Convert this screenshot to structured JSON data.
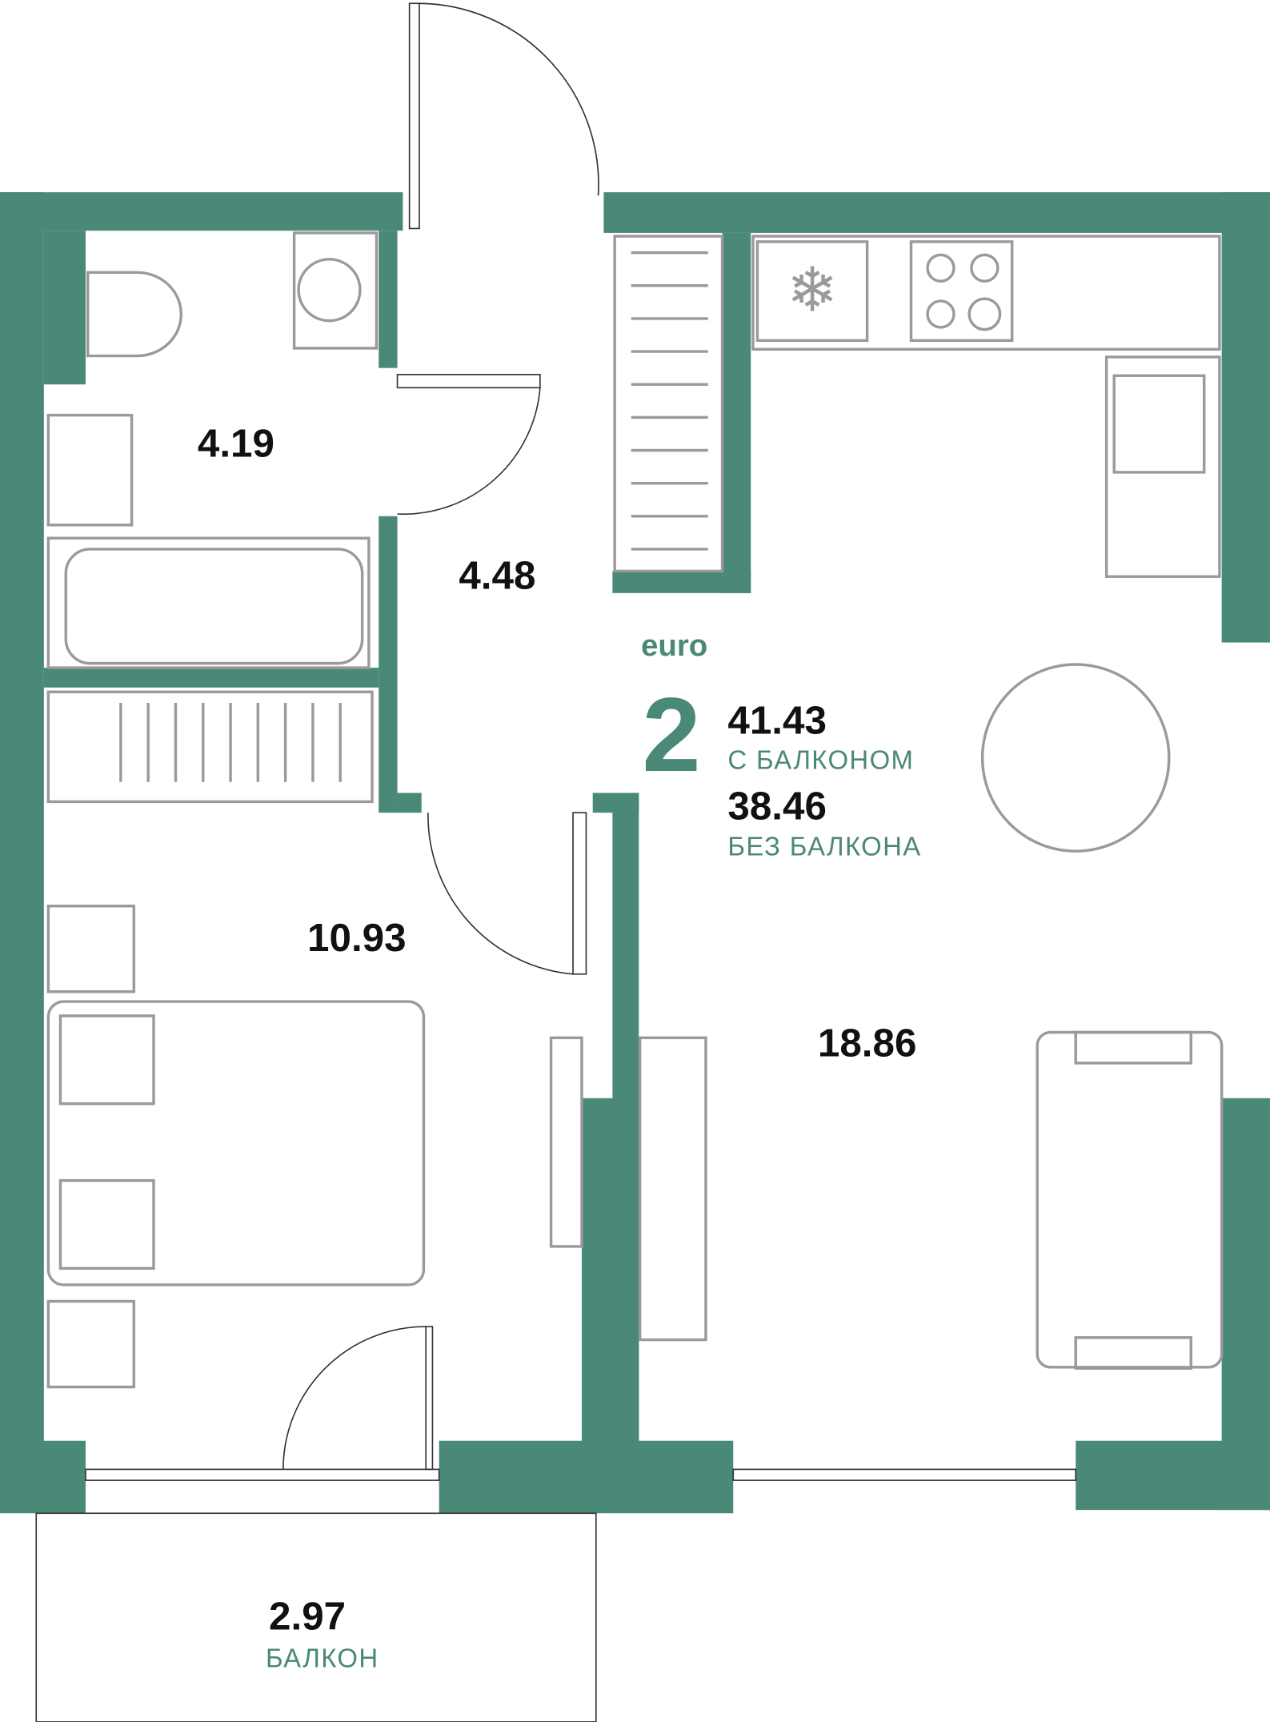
{
  "colors": {
    "wall": "#4a8877",
    "accent": "#4a8877",
    "furniture": "#9a9a9a",
    "text": "#111111"
  },
  "summary": {
    "type_label": "euro",
    "rooms_count": "2",
    "area_with_balcony": "41.43",
    "with_balcony_label": "С БАЛКОНОМ",
    "area_without_balcony": "38.46",
    "without_balcony_label": "БЕЗ БАЛКОНА"
  },
  "rooms": {
    "bathroom": "4.19",
    "hallway": "4.48",
    "bedroom": "10.93",
    "living_kitchen": "18.86",
    "balcony": "2.97",
    "balcony_label": "БАЛКОН"
  }
}
